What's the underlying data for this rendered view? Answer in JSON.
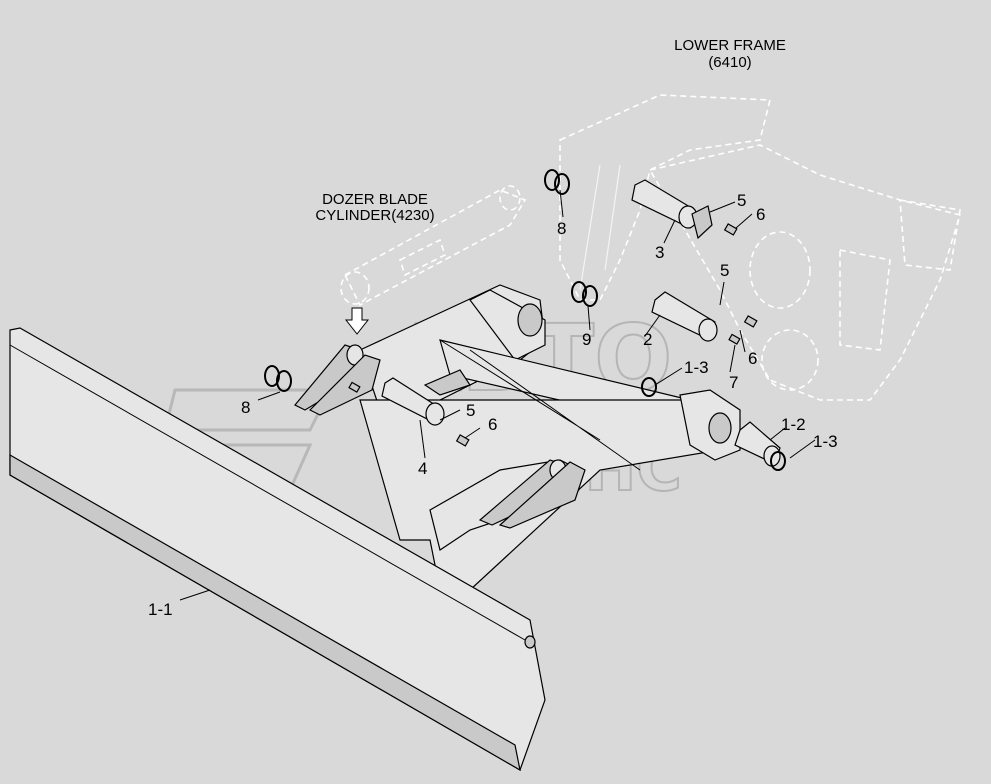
{
  "titles": {
    "lower_frame_line1": "LOWER FRAME",
    "lower_frame_line2": "(6410)",
    "cylinder_line1": "DOZER BLADE",
    "cylinder_line2": "CYLINDER(4230)"
  },
  "labels": {
    "p8_top": "8",
    "p5_top": "5",
    "p6_top": "6",
    "p3": "3",
    "p5_mid": "5",
    "p9": "9",
    "p2": "2",
    "p6_mid": "6",
    "p7": "7",
    "p1_3_top": "1-3",
    "p8_left": "8",
    "p5_low": "5",
    "p6_low": "6",
    "p4": "4",
    "p1_2": "1-2",
    "p1_3_right": "1-3",
    "p1_1": "1-1"
  },
  "watermark": {
    "line1": "АВТО",
    "line2": "АЛЬЯНС"
  }
}
